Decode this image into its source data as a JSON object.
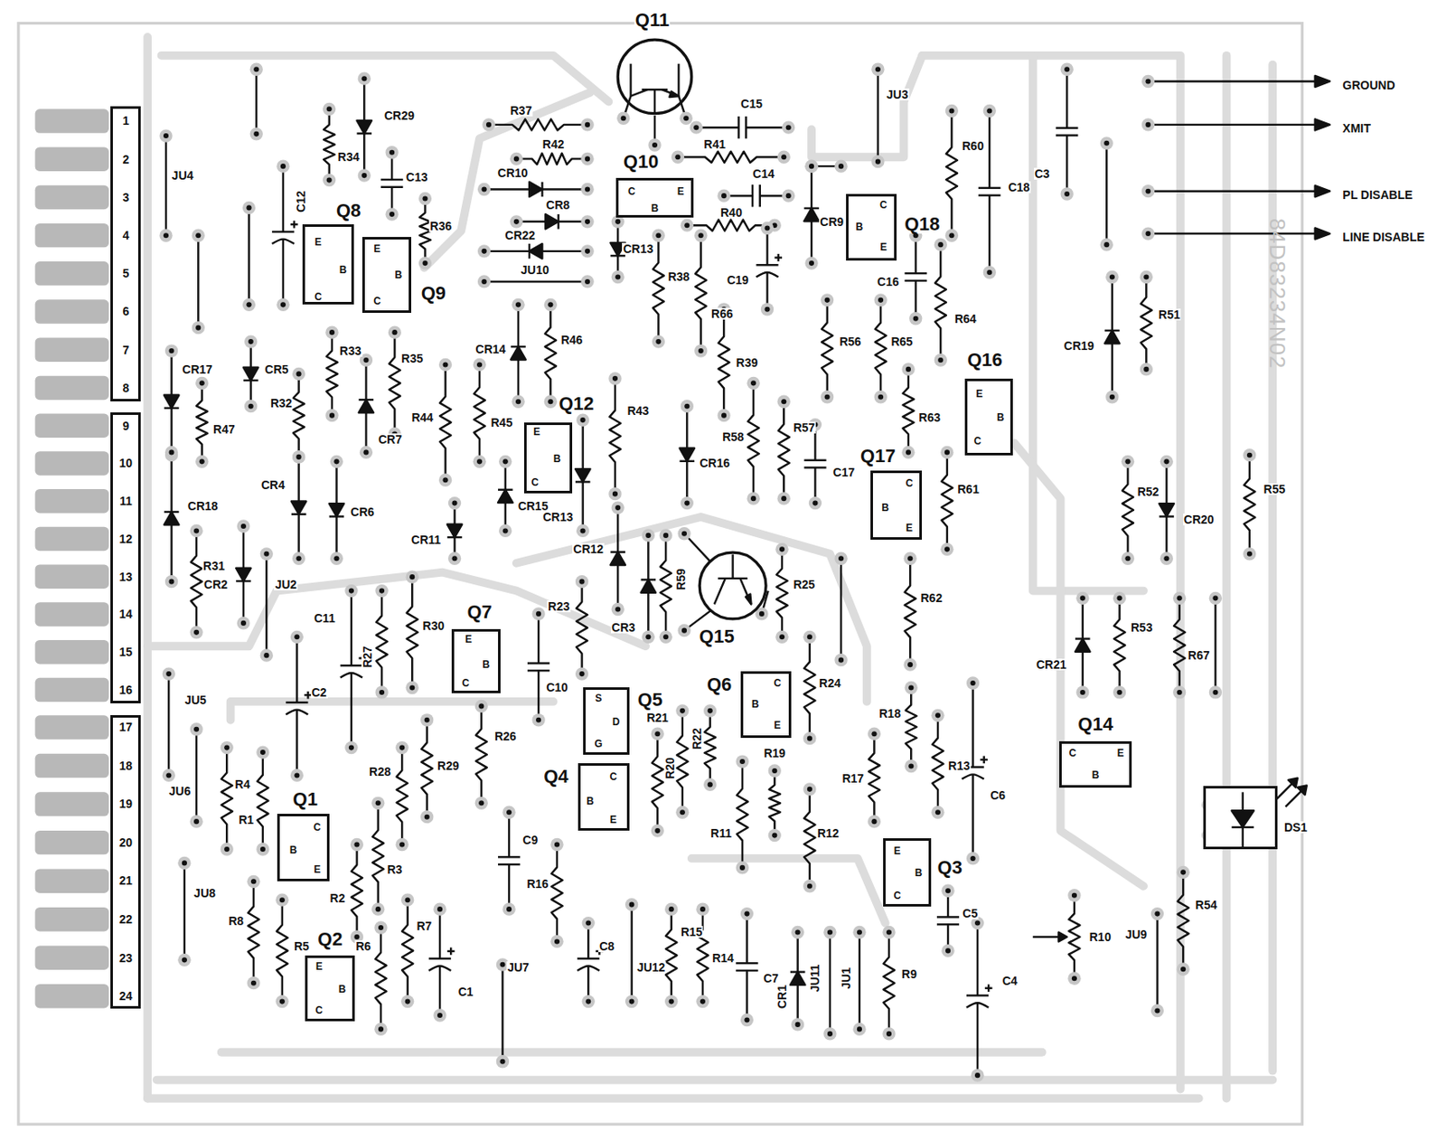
{
  "diagram": {
    "nodes": [
      {
        "text": [
          "1",
          "2",
          "3",
          "4",
          "5",
          "6",
          "7",
          "8"
        ]
      },
      {
        "text": [
          "9",
          "10",
          "11",
          "12",
          "13",
          "14",
          "15",
          "16"
        ]
      },
      {
        "text": [
          "17",
          "18",
          "19",
          "20",
          "21",
          "22",
          "23",
          "24"
        ]
      },
      {
        "text": [
          "Q11"
        ]
      },
      {
        "text": [
          "Q10",
          "C",
          "B",
          "E"
        ]
      },
      {
        "text": [
          "Q8",
          "E",
          "B",
          "C"
        ]
      },
      {
        "text": [
          "Q9",
          "E",
          "B",
          "C"
        ]
      },
      {
        "text": [
          "Q18",
          "C",
          "B",
          "E"
        ]
      },
      {
        "text": [
          "Q16",
          "E",
          "B",
          "C"
        ]
      },
      {
        "text": [
          "Q12",
          "E",
          "B",
          "C"
        ]
      },
      {
        "text": [
          "Q17",
          "C",
          "B",
          "E"
        ]
      },
      {
        "text": [
          "Q15"
        ]
      },
      {
        "text": [
          "Q7",
          "E",
          "B",
          "C"
        ]
      },
      {
        "text": [
          "Q6",
          "C",
          "B",
          "E"
        ]
      },
      {
        "text": [
          "Q5",
          "S",
          "D",
          "G"
        ]
      },
      {
        "text": [
          "Q4",
          "C",
          "B",
          "E"
        ]
      },
      {
        "text": [
          "Q14",
          "C",
          "E",
          "B"
        ]
      },
      {
        "text": [
          "Q1",
          "C",
          "B",
          "E"
        ]
      },
      {
        "text": [
          "DS1"
        ]
      },
      {
        "text": [
          "Q3",
          "E",
          "B",
          "C"
        ]
      },
      {
        "text": [
          "Q2",
          "E",
          "B",
          "C"
        ]
      }
    ],
    "labels": [
      "GROUND",
      "XMIT",
      "PL DISABLE",
      "LINE DISABLE",
      "84D83234N02",
      "JU4",
      "R34",
      "CR29",
      "C12",
      "C13",
      "R36",
      "R37",
      "R42",
      "CR10",
      "CR8",
      "CR22",
      "JU10",
      "C15",
      "R41",
      "C14",
      "R40",
      "C19",
      "CR13",
      "R38",
      "R66",
      "JU3",
      "CR9",
      "R60",
      "C18",
      "C3",
      "C16",
      "R64",
      "R56",
      "R65",
      "R63",
      "R39",
      "R58",
      "R57",
      "C17",
      "CR16",
      "R43",
      "R46",
      "CR14",
      "R44",
      "R45",
      "CR15",
      "CR13",
      "CR11",
      "CR12",
      "CR3",
      "R59",
      "R25",
      "R24",
      "R62",
      "R61",
      "CR19",
      "R51",
      "R52",
      "CR20",
      "R55",
      "CR21",
      "R53",
      "R67",
      "R54",
      "JU9",
      "R10",
      "C4",
      "C5",
      "C6",
      "R18",
      "R13",
      "R17",
      "R12",
      "R19",
      "R11",
      "R22",
      "R20",
      "R21",
      "R23",
      "C10",
      "R26",
      "C9",
      "R16",
      "C8",
      "JU12",
      "R15",
      "R14",
      "C7",
      "CR1",
      "JU11",
      "JU1",
      "R9",
      "R7",
      "R6",
      "C1",
      "JU7",
      "R5",
      "R8",
      "JU8",
      "R2",
      "R3",
      "R1",
      "R4",
      "JU5",
      "JU6",
      "C2",
      "C11",
      "R27",
      "R30",
      "R28",
      "R29",
      "JU2",
      "CR2",
      "R31",
      "CR18",
      "CR17",
      "R47",
      "CR5",
      "R32",
      "R33",
      "R35",
      "CR7",
      "CR4",
      "CR6"
    ]
  }
}
